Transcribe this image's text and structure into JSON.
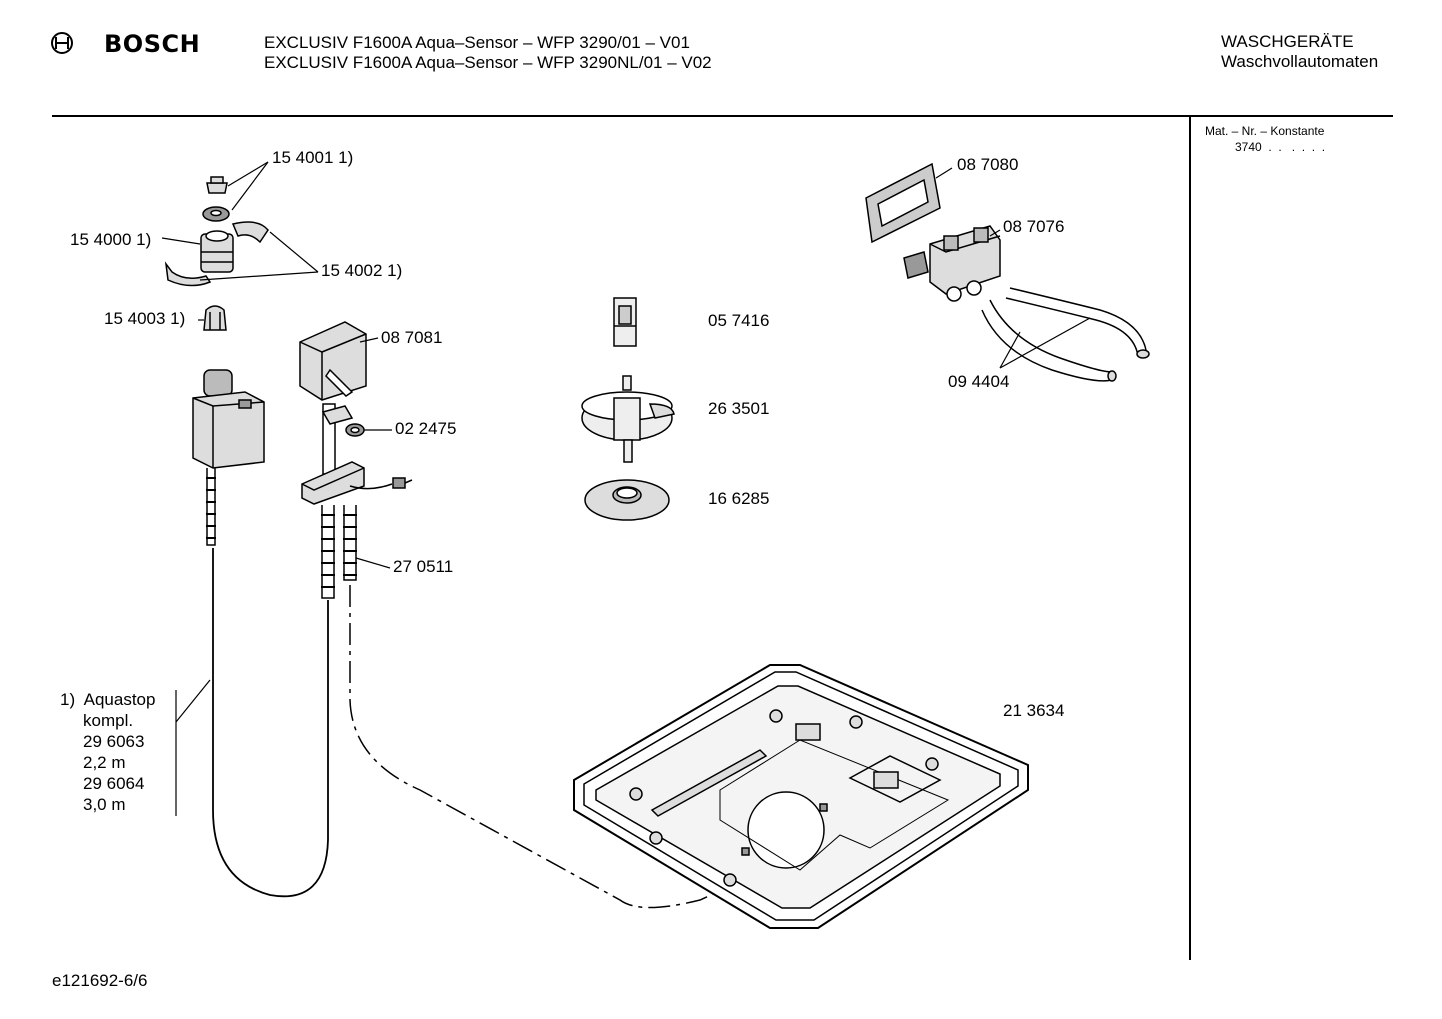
{
  "header": {
    "brand": "BOSCH",
    "title_line1": "EXCLUSIV F1600A Aqua–Sensor – WFP 3290/01 – V01",
    "title_line2": "EXCLUSIV F1600A Aqua–Sensor – WFP 3290NL/01 – V02",
    "category": "WASCHGERÄTE",
    "subcategory": "Waschvollautomaten"
  },
  "sidebar": {
    "mat_label": "Mat. – Nr. – Konstante",
    "mat_value": "3740  .  .   .  .  .  ."
  },
  "parts": {
    "p154001": "15 4001 1)",
    "p154000": "15 4000 1)",
    "p154002": "15 4002 1)",
    "p154003": "15 4003 1)",
    "p087081": "08 7081",
    "p022475": "02 2475",
    "p270511": "27 0511",
    "p057416": "05 7416",
    "p263501": "26 3501",
    "p166285": "16 6285",
    "p087080": "08 7080",
    "p087076": "08 7076",
    "p094404": "09 4404",
    "p213634": "21 3634"
  },
  "footnote": {
    "line1": "1)  Aquastop",
    "line2": "kompl.",
    "line3": "29 6063",
    "line4": "2,2 m",
    "line5": "29 6064",
    "line6": "3,0 m"
  },
  "footer": {
    "doc_id": "e121692-6/6"
  },
  "colors": {
    "ink": "#000000",
    "background": "#ffffff",
    "part_gray": "#dddddd",
    "part_dark": "#999999"
  }
}
